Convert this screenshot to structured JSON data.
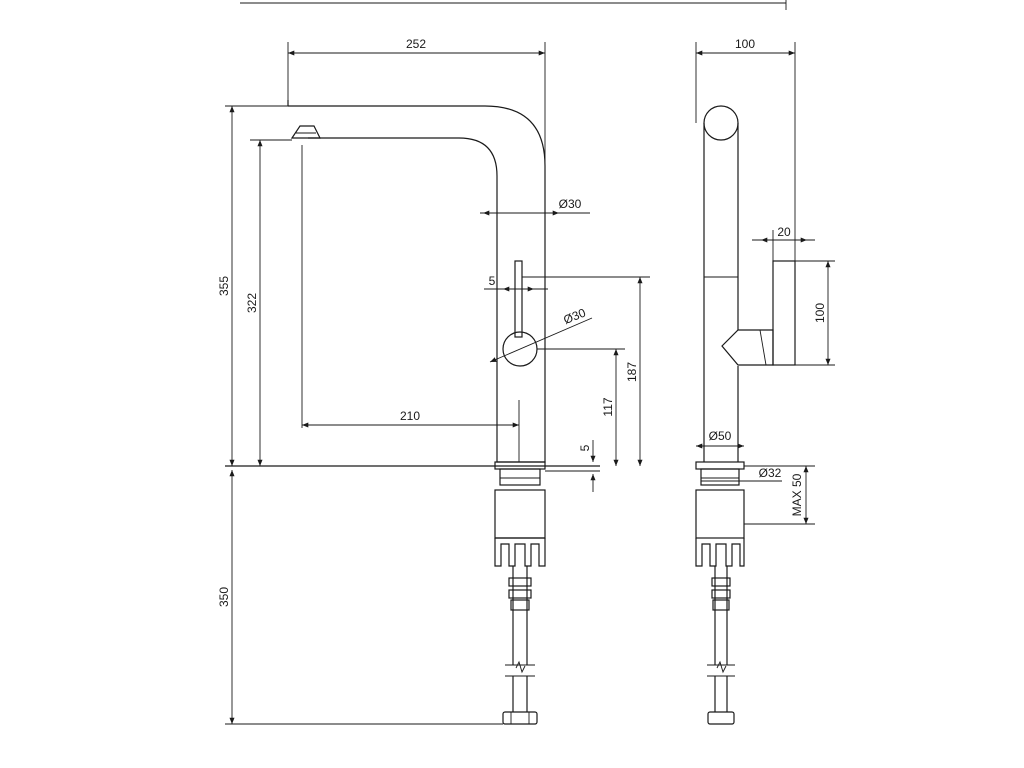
{
  "dimensions": {
    "spout_reach": "252",
    "body_depth": "100",
    "spout_diameter": "Ø30",
    "handle_width": "5",
    "handle_diameter": "Ø30",
    "total_height": "355",
    "spout_clearance": "322",
    "aerator_reach": "210",
    "handle_height": "187",
    "lever_height": "117",
    "base_height": "5",
    "handle_depth": "20",
    "handle_length": "100",
    "base_diameter": "Ø50",
    "shank_diameter": "Ø32",
    "max_deck": "MAX 50",
    "hose_length": "350"
  }
}
